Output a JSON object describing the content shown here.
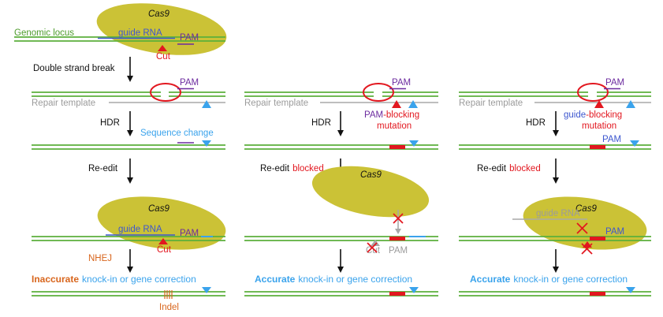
{
  "colors": {
    "dna_green": "#5caf3b",
    "label_green": "#4e9c2d",
    "cas9_fill": "#cbc236",
    "guide_blue": "#3d57cf",
    "accent_blue": "#3aa3ec",
    "pam_purple": "#6c2b9f",
    "cut_red": "#e2171f",
    "nhej_orange": "#d8651c",
    "template_gray": "#9b9b9b",
    "text_black": "#111111"
  },
  "panel_1": {
    "cas9_top": "Cas9",
    "genomic_locus": "Genomic locus",
    "guide_rna_top": "guide RNA",
    "pam_top": "PAM",
    "cut_top": "Cut",
    "double_strand_break": "Double strand break",
    "pam_break": "PAM",
    "repair_template": "Repair template",
    "hdr": "HDR",
    "sequence_change": "Sequence change",
    "re_edit": "Re-edit",
    "cas9_bottom": "Cas9",
    "guide_rna_bottom": "guide RNA",
    "pam_bottom": "PAM",
    "cut_bottom": "Cut",
    "nhej": "NHEJ",
    "outcome_qualifier": "Inaccurate",
    "outcome_text": "knock-in or gene correction",
    "indel": "Indel"
  },
  "panel_2": {
    "pam_break": "PAM",
    "repair_template": "Repair template",
    "hdr": "HDR",
    "mutation_prefix": "PAM",
    "mutation_suffix": "-blocking",
    "mutation_word": "mutation",
    "re_edit": "Re-edit",
    "blocked": "blocked",
    "cas9": "Cas9",
    "cut_blocked": "Cut",
    "pam_blocked": "PAM",
    "outcome_qualifier": "Accurate",
    "outcome_text": "knock-in or gene correction"
  },
  "panel_3": {
    "pam_break": "PAM",
    "repair_template": "Repair template",
    "hdr": "HDR",
    "mutation_prefix": "guide",
    "mutation_suffix": "-blocking",
    "mutation_word": "mutation",
    "pam_edited": "PAM",
    "re_edit": "Re-edit",
    "blocked": "blocked",
    "guide_rna": "guide RNA",
    "cas9": "Cas9",
    "pam_bound": "PAM",
    "outcome_qualifier": "Accurate",
    "outcome_text": "knock-in or gene correction"
  }
}
